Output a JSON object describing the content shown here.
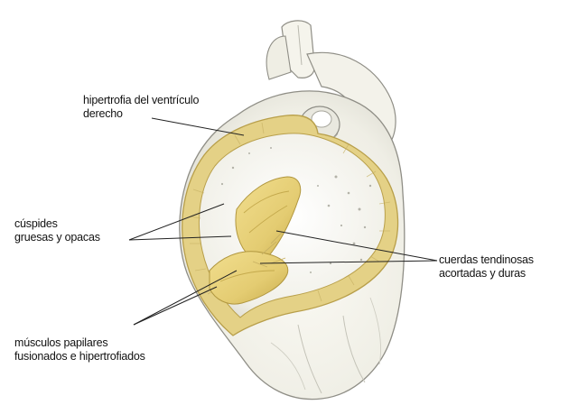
{
  "figure": {
    "labels": {
      "hipertrofia": {
        "line1": "hipertrofia del ventrículo",
        "line2": "derecho"
      },
      "cuspides": {
        "line1": "cúspides",
        "line2": "gruesas y opacas"
      },
      "musculos": {
        "line1": "músculos papilares",
        "line2": "fusionados e hipertrofiados"
      },
      "cuerdas": {
        "line1": "cuerdas tendinosas",
        "line2": "acortadas y duras"
      }
    },
    "colors": {
      "background": "#ffffff",
      "tissue": "#f3f2ea",
      "tissue_shadow": "#dcdbd0",
      "outline": "#8f8e86",
      "myocardium_wall": "#e6d58c",
      "myocardium_edge": "#c9b25a",
      "valve": "#e8d27e",
      "valve_shadow": "#c7ad4e",
      "leader_line": "#222222"
    }
  }
}
